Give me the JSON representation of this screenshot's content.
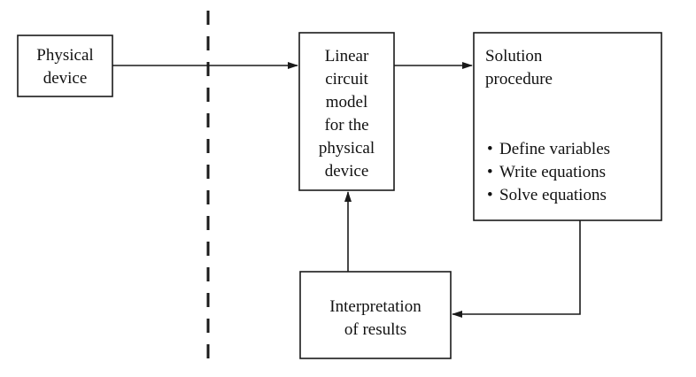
{
  "boxes": {
    "physical_device": {
      "lines": [
        "Physical",
        "device"
      ]
    },
    "linear_model": {
      "lines": [
        "Linear",
        "circuit",
        "model",
        "for the",
        "physical",
        "device"
      ]
    },
    "solution": {
      "title_lines": [
        "Solution",
        "procedure"
      ],
      "steps": [
        "Define variables",
        "Write equations",
        "Solve equations"
      ]
    },
    "interpretation": {
      "lines": [
        "Interpretation",
        "of results"
      ]
    }
  },
  "colors": {
    "stroke": "#1a1a1a",
    "background": "#ffffff"
  }
}
